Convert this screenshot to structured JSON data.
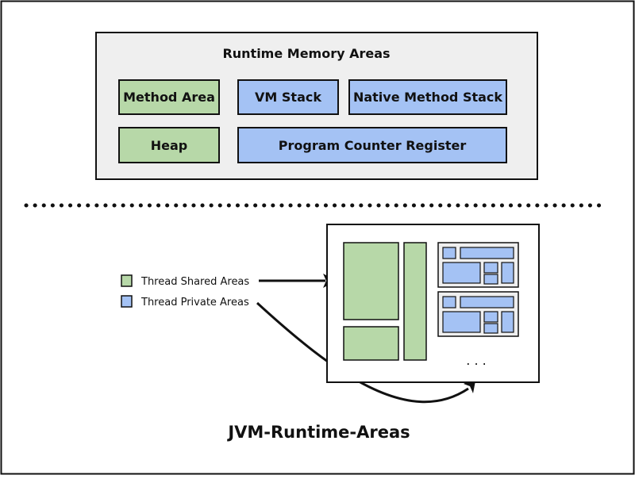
{
  "runtime_box": {
    "title": "Runtime Memory Areas",
    "blocks": {
      "method_area": "Method Area",
      "vm_stack": "VM Stack",
      "native_method_stack": "Native Method Stack",
      "heap": "Heap",
      "program_counter_register": "Program Counter Register"
    }
  },
  "legend": {
    "shared": "Thread Shared Areas",
    "private": "Thread Private Areas"
  },
  "memory_overview": {
    "ellipsis": ". . ."
  },
  "caption": "JVM-Runtime-Areas",
  "colors": {
    "shared_fill": "#b7d8a8",
    "private_fill": "#a4c2f4",
    "panel_fill": "#efefef",
    "stroke": "#111111"
  }
}
